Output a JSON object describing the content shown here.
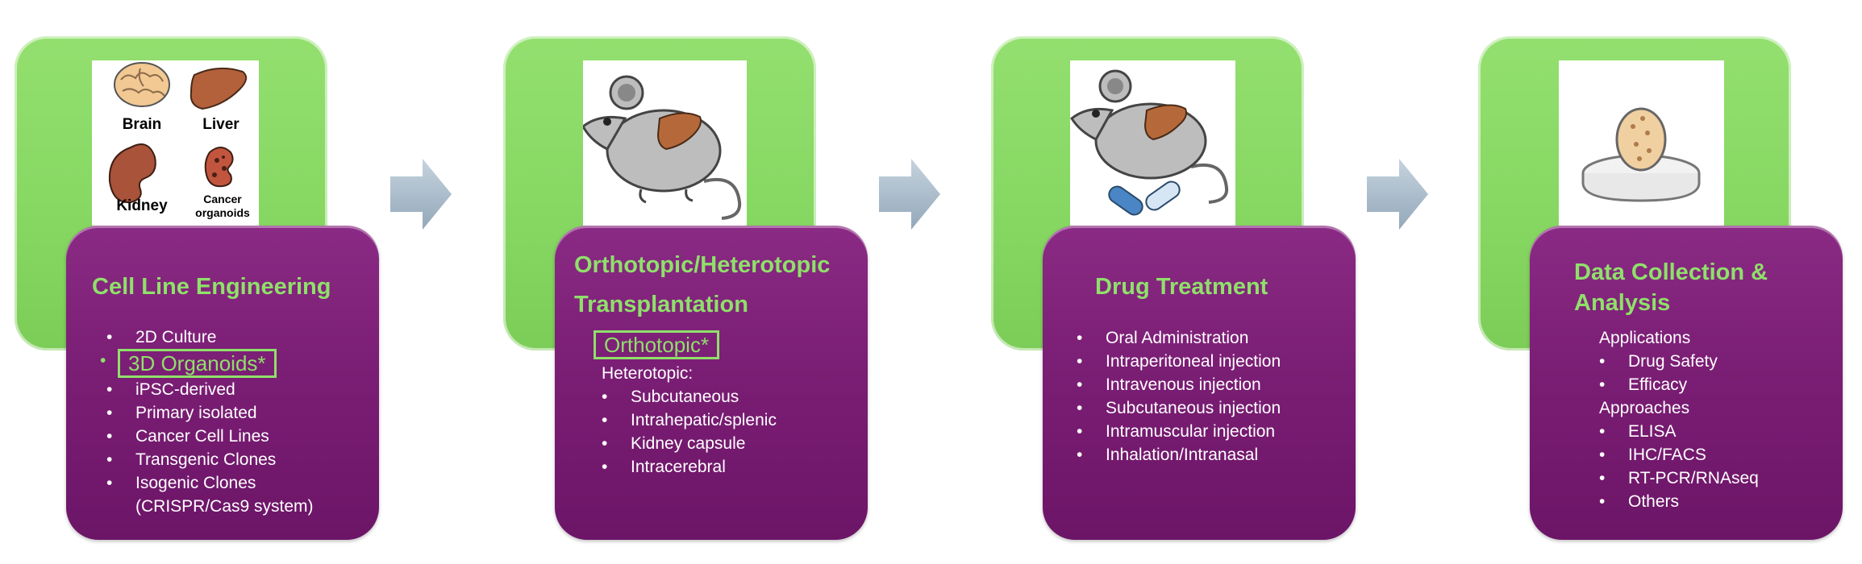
{
  "stages": [
    {
      "title": "Cell Line Engineering",
      "image_labels": [
        "Brain",
        "Liver",
        "Kidney",
        "Cancer",
        "organoids"
      ],
      "items_before": [
        "2D Culture"
      ],
      "highlight": "3D Organoids*",
      "items_after": [
        "iPSC-derived",
        "Primary isolated",
        "Cancer Cell Lines",
        "Transgenic Clones",
        "Isogenic Clones"
      ],
      "note": "(CRISPR/Cas9 system)"
    },
    {
      "title_line1": "Orthotopic/Heterotopic",
      "title_line2": "Transplantation",
      "highlight": "Orthotopic*",
      "subheading": "Heterotopic:",
      "items": [
        "Subcutaneous",
        "Intrahepatic/splenic",
        "Kidney capsule",
        "Intracerebral"
      ]
    },
    {
      "title": "Drug Treatment",
      "items": [
        "Oral Administration",
        "Intraperitoneal injection",
        "Intravenous injection",
        "Subcutaneous injection",
        "Intramuscular injection",
        "Inhalation/Intranasal"
      ]
    },
    {
      "title_line1": "Data Collection &",
      "title_line2": "Analysis",
      "group1_heading": "Applications",
      "group1_items": [
        "Drug Safety",
        "Efficacy"
      ],
      "group2_heading": "Approaches",
      "group2_items": [
        "ELISA",
        "IHC/FACS",
        "RT-PCR/RNAseq",
        "Others"
      ]
    }
  ],
  "colors": {
    "green_card": "#86d762",
    "purple_card": "#7b1e75",
    "title_green": "#8fe06a",
    "arrow": "#a9bccb"
  }
}
